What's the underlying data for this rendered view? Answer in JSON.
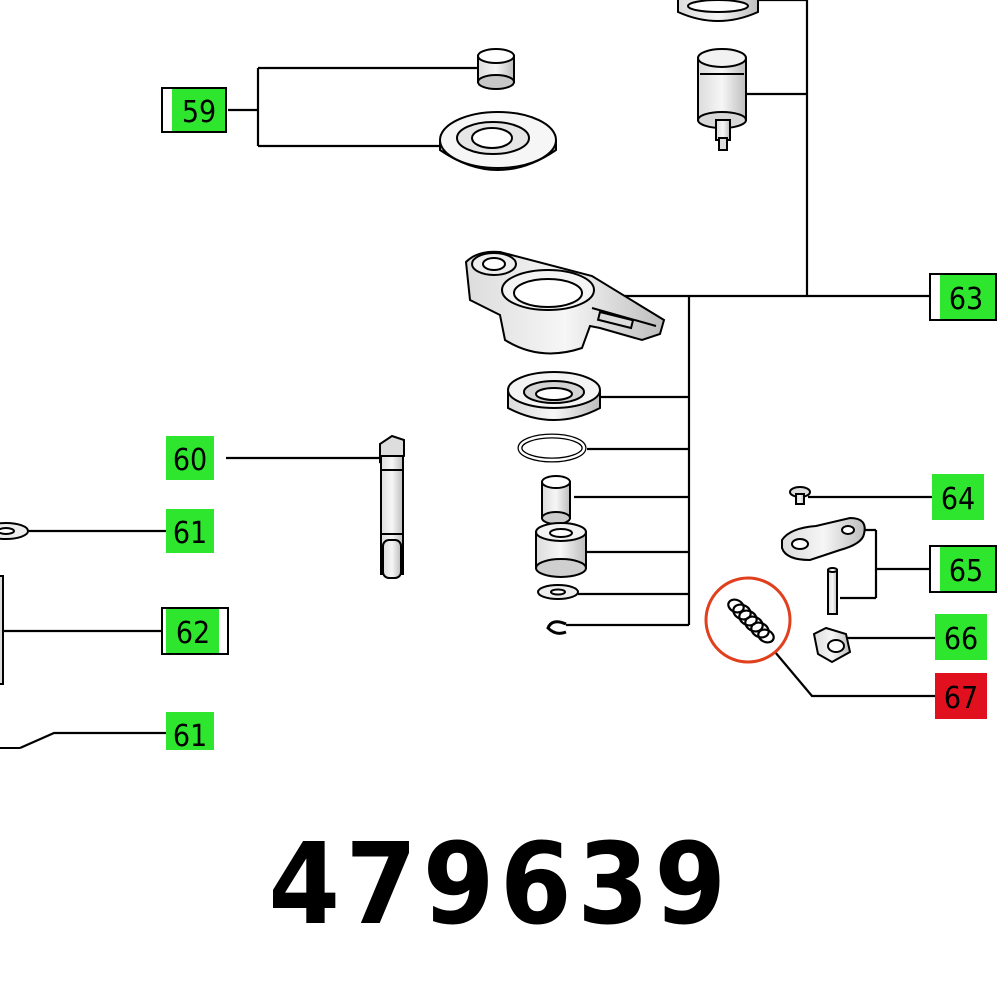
{
  "colors": {
    "label_green": "#2ee62e",
    "label_red": "#e0101e",
    "highlight_circle": "#e0401e",
    "line": "#000000"
  },
  "callouts": [
    {
      "id": "59",
      "text": "59",
      "color": "green"
    },
    {
      "id": "60",
      "text": "60",
      "color": "green"
    },
    {
      "id": "61a",
      "text": "61",
      "color": "green"
    },
    {
      "id": "62",
      "text": "62",
      "color": "green"
    },
    {
      "id": "61b",
      "text": "61",
      "color": "green"
    },
    {
      "id": "63",
      "text": "63",
      "color": "green"
    },
    {
      "id": "64",
      "text": "64",
      "color": "green"
    },
    {
      "id": "65",
      "text": "65",
      "color": "green"
    },
    {
      "id": "66",
      "text": "66",
      "color": "green"
    },
    {
      "id": "67",
      "text": "67",
      "color": "red"
    }
  ],
  "highlighted_part": "67",
  "part_number": "479639"
}
